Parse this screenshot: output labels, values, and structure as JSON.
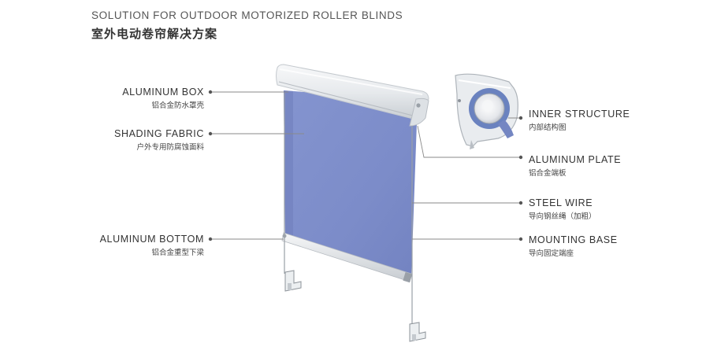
{
  "header": {
    "title_en": "SOLUTION FOR OUTDOOR MOTORIZED ROLLER BLINDS",
    "title_zh": "室外电动卷帘解决方案"
  },
  "labels": {
    "aluminum_box": {
      "en": "ALUMINUM BOX",
      "zh": "铝合金防水罩壳"
    },
    "shading_fabric": {
      "en": "SHADING FABRIC",
      "zh": "户外专用防腐蚀面料"
    },
    "aluminum_bottom": {
      "en": "ALUMINUM BOTTOM",
      "zh": "铝合金重型下梁"
    },
    "inner_structure": {
      "en": "INNER STRUCTURE",
      "zh": "内部结构图"
    },
    "aluminum_plate": {
      "en": "ALUMINUM PLATE",
      "zh": "铝合金端板"
    },
    "steel_wire": {
      "en": "STEEL WIRE",
      "zh": "导向钢丝绳（加粗）"
    },
    "mounting_base": {
      "en": "MOUNTING BASE",
      "zh": "导向固定端座"
    }
  },
  "colors": {
    "fabric": "#7f8fcc",
    "aluminum": "#e9ecef",
    "leader_line": "#8a8a8a",
    "text": "#333333"
  }
}
